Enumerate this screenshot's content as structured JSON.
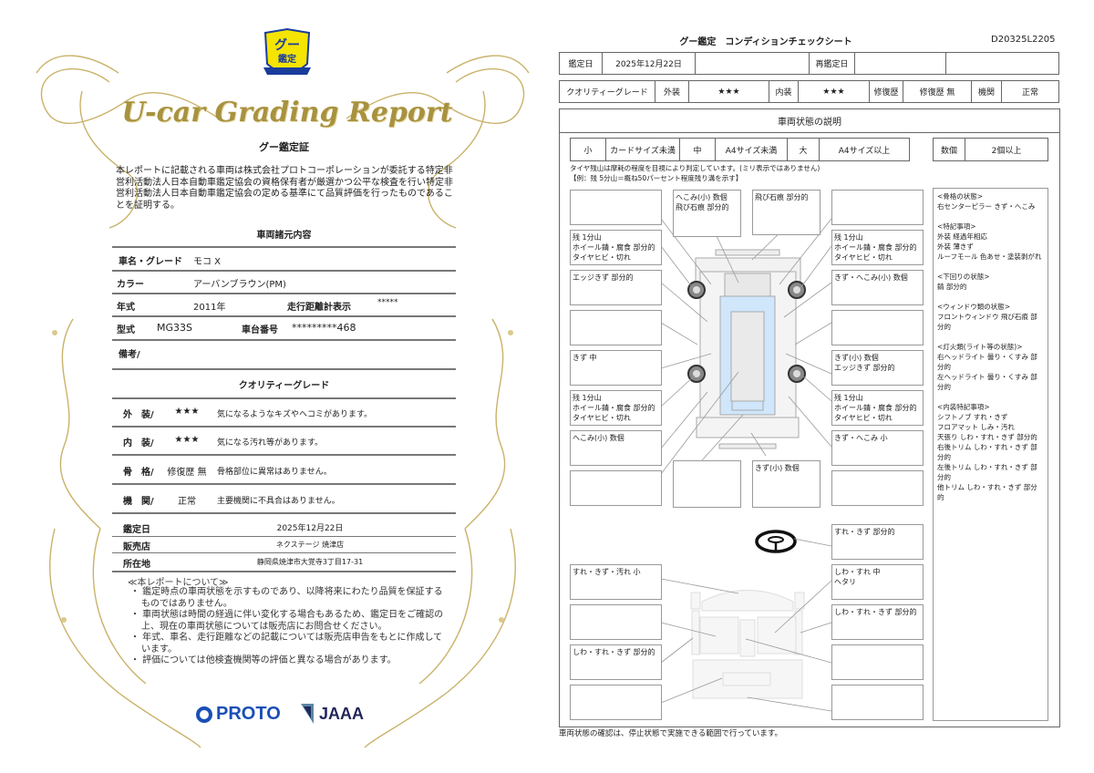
{
  "certificate": {
    "logo_text": "グー鑑定",
    "script_title": "U-car Grading Report",
    "title": "グー鑑定証",
    "intro": "本レポートに記載される車両は株式会社プロトコーポレーションが委託する特定非営利活動法人日本自動車鑑定協会の資格保有者が厳選かつ公平な検査を行い特定非営利活動法人日本自動車鑑定協会の定める基準にて品質評価を行ったものであることを証明する。",
    "specs_heading": "車両諸元内容",
    "specs": {
      "name_label": "車名・グレード",
      "name_value": "モコ X",
      "color_label": "カラー",
      "color_value": "アーバンブラウン(PM)",
      "year_label": "年式",
      "year_value": "2011年",
      "odometer_label": "走行距離計表示",
      "odometer_value": "*****",
      "model_label": "型式",
      "model_value": "MG33S",
      "chassis_label": "車台番号",
      "chassis_value": "*********468",
      "remarks_label": "備考/"
    },
    "grade_heading": "クオリティーグレード",
    "grades": [
      {
        "label": "外　装/",
        "value": "★★★",
        "desc": "気になるようなキズやヘコミがあります。"
      },
      {
        "label": "内　装/",
        "value": "★★★",
        "desc": "気になる汚れ等があります。"
      },
      {
        "label": "骨　格/",
        "value": "修復歴 無",
        "desc": "骨格部位に異常はありません。"
      },
      {
        "label": "機　関/",
        "value": "正常",
        "desc": "主要機関に不具合はありません。"
      }
    ],
    "appraisal_date_label": "鑑定日",
    "appraisal_date": "2025年12月22日",
    "dealer_label": "販売店",
    "dealer": "ネクステージ 焼津店",
    "address_label": "所在地",
    "address": "静岡県焼津市大覚寺3丁目17-31",
    "about_heading": "≪本レポートについて≫",
    "about_items": [
      "・ 鑑定時点の車両状態を示すものであり、以降将来にわたり品質を保証するものではありません。",
      "・ 車両状態は時間の経過に伴い変化する場合もあるため、鑑定日をご確認の上、現在の車両状態については販売店にお問合せください。",
      "・ 年式、車名、走行距離などの記載については販売店申告をもとに作成しています。",
      "・ 評価については他検査機関等の評価と異なる場合があります。"
    ],
    "logos": {
      "proto": "PROTO",
      "jaaa": "JAAA"
    }
  },
  "sheet": {
    "title": "グー鑑定　コンディションチェックシート",
    "doc_id": "D20325L2205",
    "date_label": "鑑定日",
    "date": "2025年12月22日",
    "reappraisal_label": "再鑑定日",
    "grade_label": "クオリティーグレード",
    "exterior_label": "外装",
    "exterior": "★★★",
    "interior_label": "内装",
    "interior": "★★★",
    "repair_label": "修復歴",
    "repair": "修復歴 無",
    "engine_label": "機関",
    "engine": "正常",
    "condition_heading": "車両状態の説明",
    "sizes": [
      "小",
      "カードサイズ未満",
      "中",
      "A4サイズ未満",
      "大",
      "A4サイズ以上"
    ],
    "count": [
      "数個",
      "2個以上"
    ],
    "tire_note1": "タイヤ残山は摩耗の程度を目視により判定しています。(ミリ表示ではありません)",
    "tire_note2": "【例：残 5分山＝概ね50パーセント程度残り溝を示す】",
    "exterior_left": [
      [],
      [
        "残 1分山",
        "ホイール錆・腐食 部分的",
        "タイヤヒビ・切れ"
      ],
      [
        "エッジきず 部分的"
      ],
      [],
      [
        "きず 中"
      ],
      [
        "残 1分山",
        "ホイール錆・腐食 部分的",
        "タイヤヒビ・切れ"
      ],
      [
        "へこみ(小) 数個"
      ],
      []
    ],
    "exterior_right": [
      [],
      [
        "残 1分山",
        "ホイール錆・腐食 部分的",
        "タイヤヒビ・切れ"
      ],
      [
        "きず・へこみ(小) 数個"
      ],
      [],
      [
        "きず(小) 数個",
        "エッジきず 部分的"
      ],
      [
        "残 1分山",
        "ホイール錆・腐食 部分的",
        "タイヤヒビ・切れ"
      ],
      [
        "きず・へこみ 小"
      ],
      []
    ],
    "exterior_top": [
      [
        "へこみ(小) 数個",
        "飛び石痕 部分的"
      ],
      [
        "飛び石痕 部分的"
      ]
    ],
    "exterior_bottom": [
      [],
      [
        "きず(小) 数個"
      ]
    ],
    "interior_left": [
      [
        "すれ・きず・汚れ 小"
      ],
      [],
      [
        "しわ・すれ・きず 部分的"
      ],
      []
    ],
    "interior_right": [
      [
        "すれ・きず 部分的"
      ],
      [
        "しわ・すれ 中",
        "ヘタリ"
      ],
      [
        "しわ・すれ・きず 部分的"
      ],
      [],
      []
    ],
    "notes": [
      "<骨格の状態>",
      "右センターピラー きず・へこみ",
      "",
      "<特記事項>",
      "外装 経過年相応",
      "外装 薄きず",
      "ルーフモール 色あせ・塗装剥がれ",
      "",
      "<下回りの状態>",
      "錆 部分的",
      "",
      "<ウィンドウ類の状態>",
      "フロントウィンドウ 飛び石痕 部分的",
      "",
      "<灯火類(ライト等の状態)>",
      "右ヘッドライト 曇り・くすみ 部分的",
      "左ヘッドライト 曇り・くすみ 部分的",
      "",
      "<内装特記事項>",
      "シフトノブ すれ・きず",
      "フロアマット しみ・汚れ",
      "天張り しわ・すれ・きず 部分的",
      "右後トリム しわ・すれ・きず 部分的",
      "左後トリム しわ・すれ・きず 部分的",
      "他トリム しわ・すれ・きず 部分的"
    ],
    "footer": "車両状態の確認は、停止状態で実施できる範囲で行っています。"
  },
  "colors": {
    "gold": "#c9b26a",
    "logo_yellow": "#f5e400",
    "logo_blue": "#1a3d9c",
    "glass": "#cfe6fb"
  }
}
